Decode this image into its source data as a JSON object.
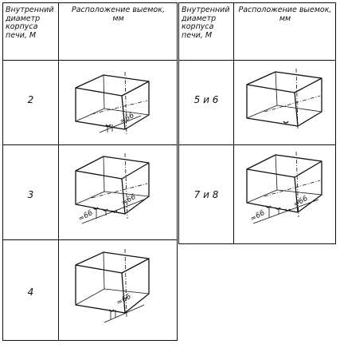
{
  "left_table": {
    "col1_header": [
      "Внутренний",
      "диаметр",
      "корпуса",
      "печи, М"
    ],
    "col2_header": [
      "Расположение выемок,",
      "мм"
    ],
    "rows": [
      {
        "diameter": "2",
        "dimensions": [
          "≈66"
        ]
      },
      {
        "diameter": "3",
        "dimensions": [
          "≈66",
          "≈66"
        ]
      },
      {
        "diameter": "4",
        "dimensions": [
          "≈66"
        ]
      }
    ]
  },
  "right_table": {
    "col1_header": [
      "Внутренний",
      "диаметр",
      "корпуса",
      "печи, М"
    ],
    "col2_header": [
      "Расположение выемок,",
      "мм"
    ],
    "rows": [
      {
        "diameter": "5 и 6",
        "dimensions": []
      },
      {
        "diameter": "7 и 8",
        "dimensions": [
          "≈66",
          "≈66"
        ]
      }
    ]
  },
  "icons": [
    "brick-block-figure",
    "dimension-arrow"
  ]
}
